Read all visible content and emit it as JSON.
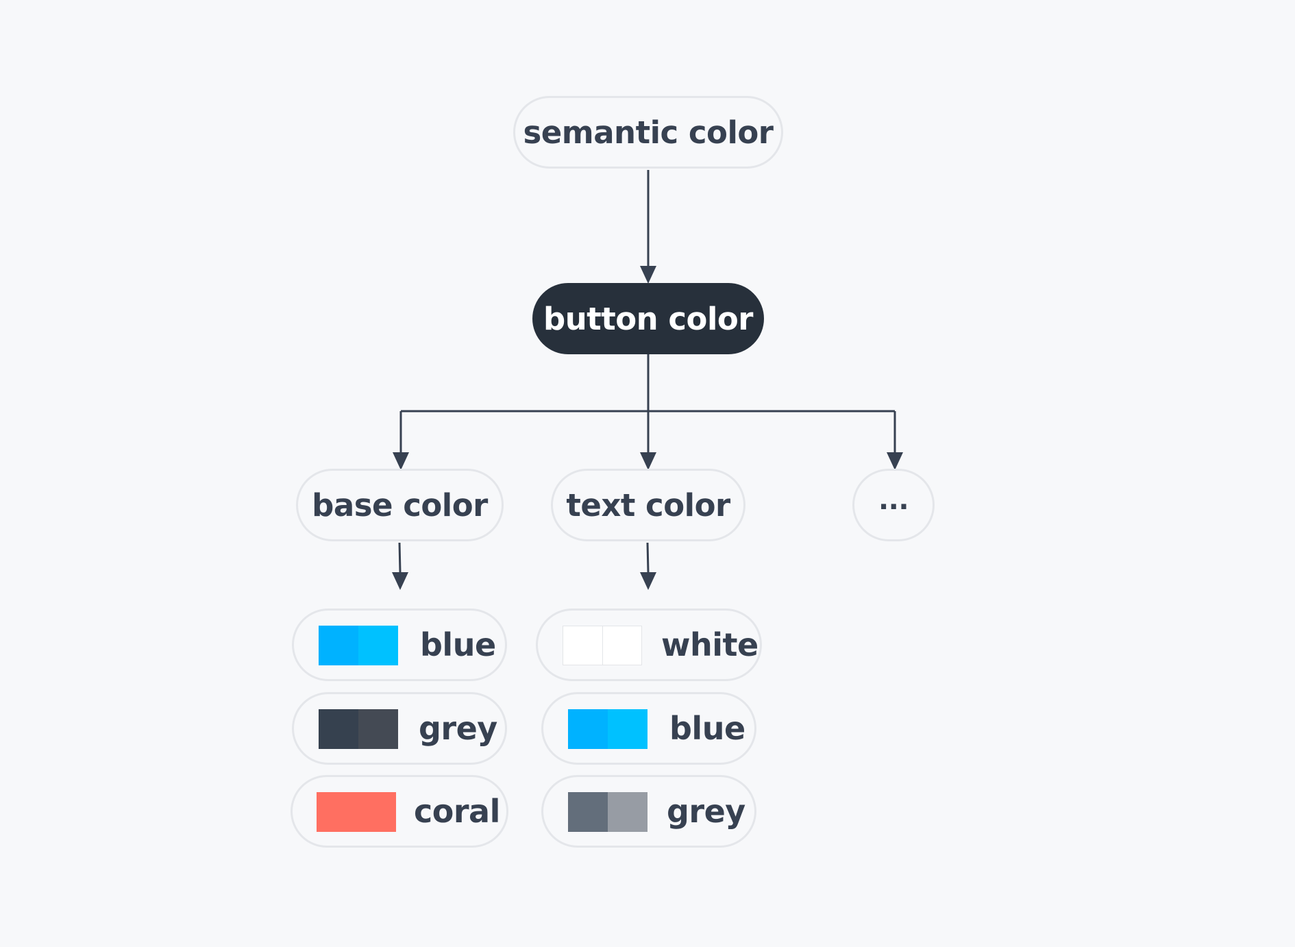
{
  "diagram": {
    "root": {
      "label": "semantic color"
    },
    "middle": {
      "label": "button color"
    },
    "branches": [
      {
        "label": "base color"
      },
      {
        "label": "text color"
      },
      {
        "label": "..."
      }
    ],
    "base_colors": [
      {
        "label": "blue",
        "swatch": [
          "#00b2ff",
          "#00c1ff"
        ]
      },
      {
        "label": "grey",
        "swatch": [
          "#36414f",
          "#444a54"
        ]
      },
      {
        "label": "coral",
        "swatch": [
          "#ff6f61",
          "#ff6f61"
        ]
      }
    ],
    "text_colors": [
      {
        "label": "white",
        "swatch": [
          "#ffffff",
          "#ffffff"
        ]
      },
      {
        "label": "blue",
        "swatch": [
          "#00b2ff",
          "#00c1ff"
        ]
      },
      {
        "label": "grey",
        "swatch": [
          "#636e7b",
          "#979ca4"
        ]
      }
    ],
    "colors": {
      "background": "#f7f8fa",
      "node_border": "#e4e6ea",
      "text": "#374151",
      "dark_node": "#27303b",
      "connector": "#374151"
    }
  }
}
